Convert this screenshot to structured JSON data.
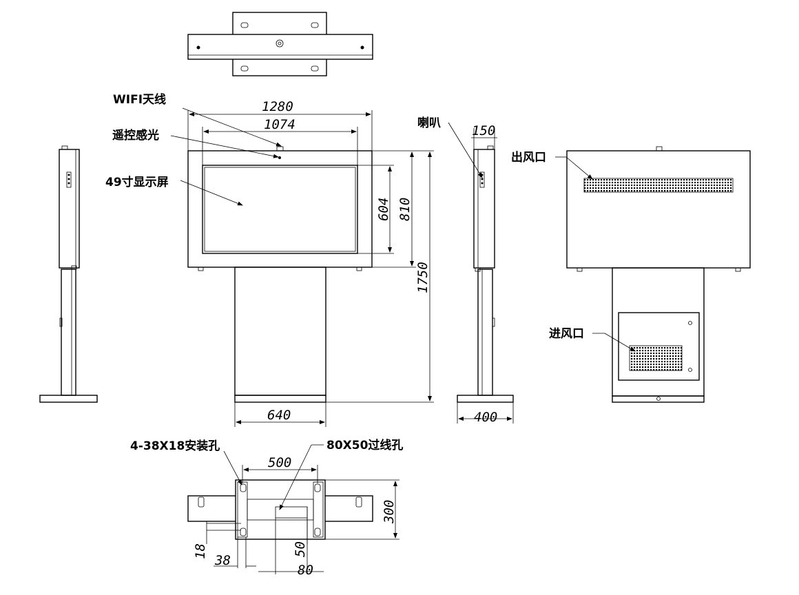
{
  "labels": {
    "wifi_antenna": "WIFI天线",
    "remote_sensor": "遥控感光",
    "display_screen": "49寸显示屏",
    "speaker": "喇叭",
    "air_outlet": "出风口",
    "air_inlet": "进风口",
    "mount_holes": "4-38X18安装孔",
    "cable_hole": "80X50过线孔"
  },
  "dimensions": {
    "overall_width": "1280",
    "screen_width": "1074",
    "screen_height": "604",
    "head_height": "810",
    "total_height": "1750",
    "column_width": "640",
    "depth_head": "150",
    "base_depth": "400",
    "hole_spacing": "500",
    "base_plate_depth": "300",
    "d18": "18",
    "d38": "38",
    "d50": "50",
    "d80": "80"
  }
}
